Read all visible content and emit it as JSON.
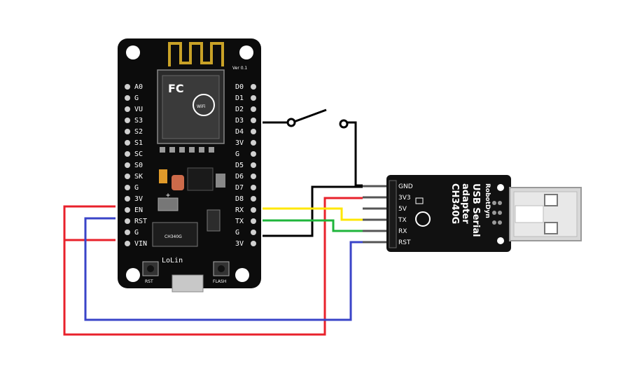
{
  "nodemcu": {
    "left_pins": [
      "A0",
      "G",
      "VU",
      "S3",
      "S2",
      "S1",
      "SC",
      "S0",
      "SK",
      "G",
      "3V",
      "EN",
      "RST",
      "G",
      "VIN"
    ],
    "right_pins": [
      "D0",
      "D1",
      "D2",
      "D3",
      "D4",
      "3V",
      "G",
      "D5",
      "D6",
      "D7",
      "D8",
      "RX",
      "TX",
      "G",
      "3V"
    ],
    "version": "Ver 0.1",
    "brand": "LoLin",
    "rst_button": "RST",
    "flash_button": "FLASH",
    "chip": "CH340G",
    "wifi": "WiFi",
    "plus_sign": "+"
  },
  "adapter": {
    "pins": [
      "GND",
      "3V3",
      "5V",
      "TX",
      "RX",
      "RST"
    ],
    "title_line1": "USB Serial",
    "title_line2": "adapter",
    "chip": "CH340G",
    "brand": "RobotDyn"
  },
  "wire_colors": {
    "black": "#000000",
    "red": "#e8212b",
    "blue": "#3a44c8",
    "yellow": "#ffe700",
    "green": "#1fb53b"
  }
}
